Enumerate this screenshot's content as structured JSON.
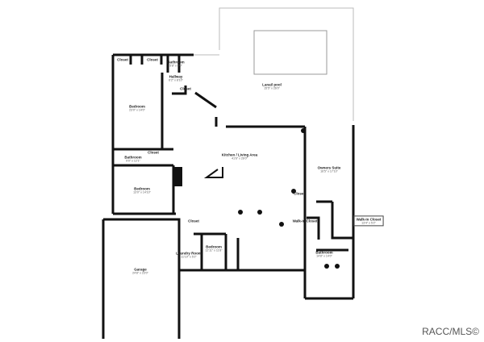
{
  "rooms": [
    {
      "name": "Lanai/ pool",
      "dims": "15'5\" x 26'0\""
    },
    {
      "name": "Closet",
      "dims": ""
    },
    {
      "name": "Closet",
      "dims": ""
    },
    {
      "name": "Bathroom",
      "dims": "5'8\" x 8'0\""
    },
    {
      "name": "Hallway",
      "dims": "6'2\" x 8'10\""
    },
    {
      "name": "Closet",
      "dims": ""
    },
    {
      "name": "Bedroom",
      "dims": "23'0\" x 14'0\""
    },
    {
      "name": "Bathroom",
      "dims": "9'0\" x 12'1\""
    },
    {
      "name": "Closet",
      "dims": ""
    },
    {
      "name": "Bedroom",
      "dims": "13'0\" x 14'10\""
    },
    {
      "name": "Kitchen / Living Area",
      "dims": "41'6\" x 26'0\""
    },
    {
      "name": "Owners Suite",
      "dims": "16'5\" x 17'10\""
    },
    {
      "name": "Closet",
      "dims": ""
    },
    {
      "name": "Walk-in Closet",
      "dims": ""
    },
    {
      "name": "Walk-in Closet",
      "dims": "13'4\" x 5'2\""
    },
    {
      "name": "Closet",
      "dims": ""
    },
    {
      "name": "Bedroom",
      "dims": "12'11\" x 11'8\""
    },
    {
      "name": "Laundry Room",
      "dims": "11'10\" x 5'2\""
    },
    {
      "name": "Garage",
      "dims": "24'8\" x 23'0\""
    },
    {
      "name": "Bathroom",
      "dims": "14'8\" x 14'0\""
    }
  ],
  "watermark": "RACC/MLS©"
}
